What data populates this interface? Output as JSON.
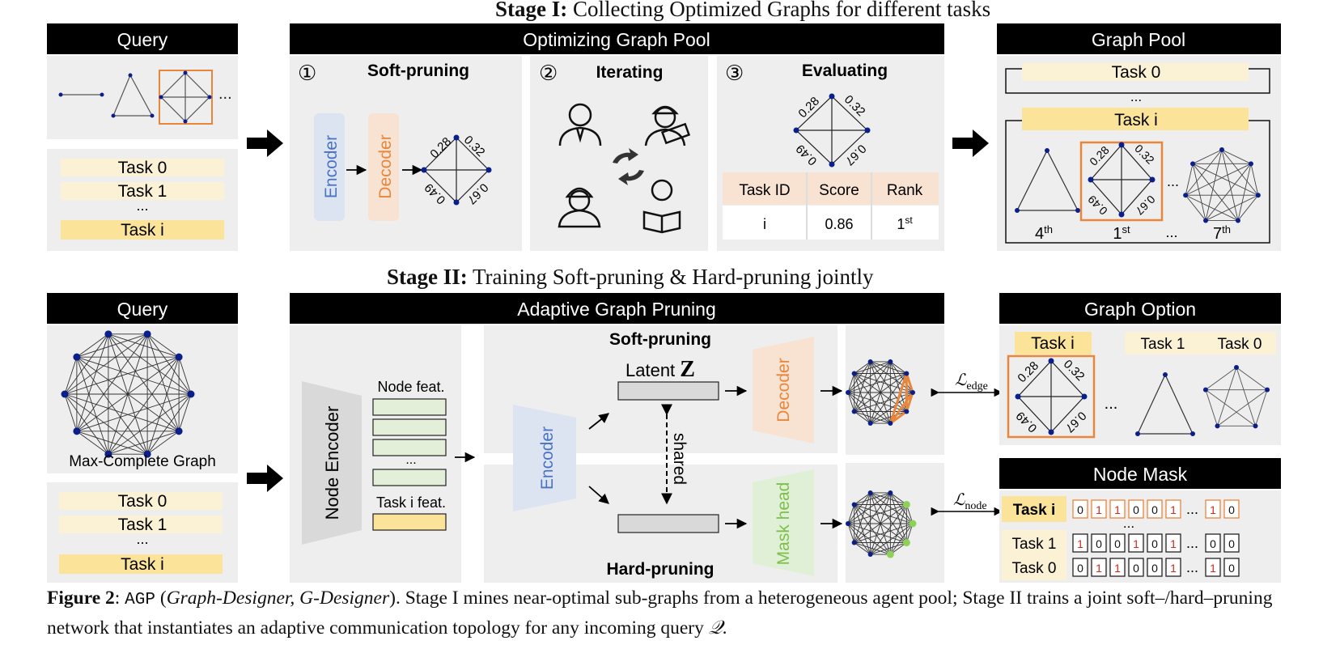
{
  "stage1": {
    "title_bold": "Stage I:",
    "title_rest": " Collecting Optimized Graphs for different tasks",
    "query": {
      "header": "Query",
      "more": "...",
      "tasks": [
        "Task 0",
        "Task 1",
        "...",
        "Task i"
      ]
    },
    "pool": {
      "header": "Optimizing Graph Pool",
      "soft": {
        "num": "①",
        "title": "Soft-pruning",
        "encoder": "Encoder",
        "decoder": "Decoder"
      },
      "iter": {
        "num": "②",
        "title": "Iterating"
      },
      "eval": {
        "num": "③",
        "title": "Evaluating",
        "table_headers": [
          "Task ID",
          "Score",
          "Rank"
        ],
        "table_row": [
          "i",
          "0.86",
          "1",
          "st"
        ]
      },
      "edge_weights": [
        "0.28",
        "0.32",
        "0.49",
        "0.67"
      ]
    },
    "graph_pool": {
      "header": "Graph Pool",
      "task0": "Task 0",
      "dots": "...",
      "taski": "Task i",
      "ranks": [
        {
          "n": "4",
          "suffix": "th"
        },
        {
          "n": "1",
          "suffix": "st"
        },
        {
          "n": "...",
          "suffix": ""
        },
        {
          "n": "7",
          "suffix": "th"
        }
      ],
      "mid_dots": "..."
    }
  },
  "stage2": {
    "title_bold": "Stage II:",
    "title_rest": " Training Soft-pruning & Hard-pruning jointly",
    "query": {
      "header": "Query",
      "graph_label": "Max-Complete Graph",
      "tasks": [
        "Task 0",
        "Task 1",
        "...",
        "Task i"
      ]
    },
    "adaptive": {
      "header": "Adaptive Graph Pruning",
      "node_encoder": "Node Encoder",
      "node_feat": "Node feat.",
      "dots": "...",
      "task_feat": "Task i feat.",
      "encoder": "Encoder",
      "soft_title": "Soft-pruning",
      "latent": "Latent",
      "latent_sym": "Z",
      "shared": "shared",
      "decoder": "Decoder",
      "hard_title": "Hard-pruning",
      "mask_head": "Mask head"
    },
    "losses": {
      "edge_sym": "ℒ",
      "edge_sub": "edge",
      "node_sym": "ℒ",
      "node_sub": "node"
    },
    "graph_option": {
      "header": "Graph Option",
      "taski": "Task i",
      "task1": "Task 1",
      "task0": "Task 0",
      "dots": "...",
      "edge_weights": [
        "0.28",
        "0.32",
        "0.49",
        "0.67"
      ]
    },
    "node_mask": {
      "header": "Node Mask",
      "rows": [
        {
          "label": "Task i",
          "bits": [
            "0",
            "1",
            "1",
            "0",
            "0",
            "1"
          ],
          "tail": [
            "1",
            "0"
          ]
        },
        {
          "label": "Task 1",
          "bits": [
            "1",
            "0",
            "0",
            "1",
            "0",
            "1"
          ],
          "tail": [
            "0",
            "0"
          ]
        },
        {
          "label": "Task 0",
          "bits": [
            "0",
            "1",
            "1",
            "0",
            "0",
            "1"
          ],
          "tail": [
            "1",
            "0"
          ]
        }
      ],
      "dots": "...",
      "mid_dots": "..."
    }
  },
  "caption": {
    "fig": "Figure 2",
    "colon": ": ",
    "name": "AGP",
    "paren_open": " (",
    "italic": "Graph-Designer, G-Designer",
    "paren_close": ")",
    "rest": ". Stage I mines near-optimal sub-graphs from a heterogeneous agent pool; Stage II trains a joint soft–/hard–pruning network that instantiates an adaptive communication topology for any incoming query ",
    "query_sym": "𝒬",
    "end": "."
  },
  "colors": {
    "black": "#000000",
    "panel": "#eeeeee",
    "task_light": "#fbf2d6",
    "task_strong": "#fbe49a",
    "encoder": "#dce4f2",
    "decoder": "#f8e2d2",
    "orange": "#e8863c",
    "green_feat": "#e4efd9",
    "mask_head": "#dff0d6",
    "node_blue": "#0a1e8c",
    "node_green": "#8cd158",
    "red_bit": "#d0281e"
  }
}
